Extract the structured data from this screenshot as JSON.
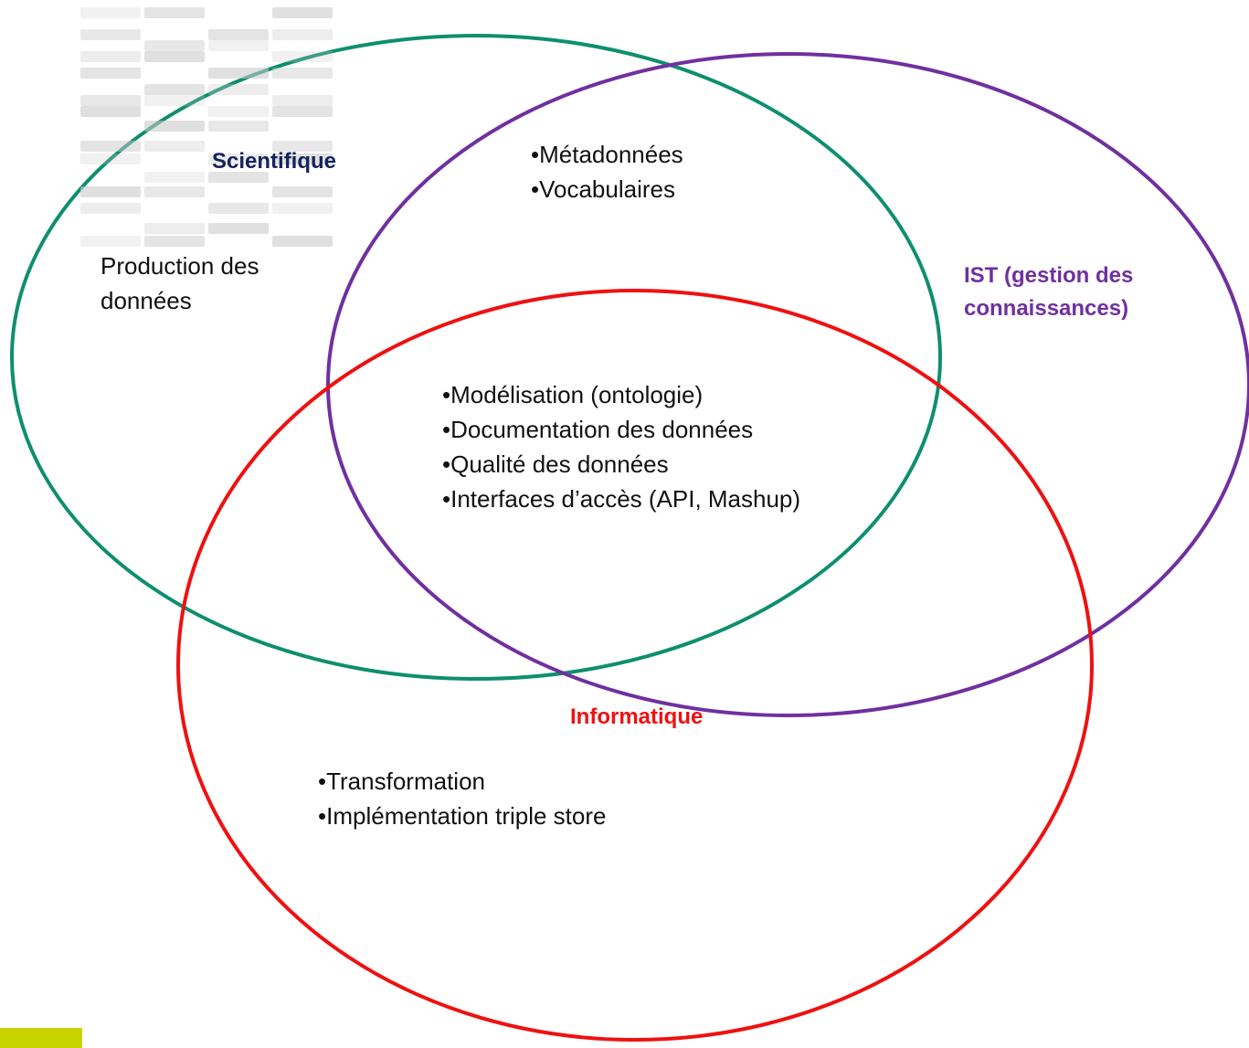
{
  "diagram": {
    "type": "venn",
    "sets": [
      {
        "id": "scientifique",
        "label": "Scientifique",
        "color": "#0e8f6e"
      },
      {
        "id": "ist",
        "label": "IST (gestion des connaissances)",
        "label_lines": [
          "IST (gestion des",
          "connaissances)"
        ],
        "color": "#7030a0"
      },
      {
        "id": "informatique",
        "label": "Informatique",
        "color": "#ee1111"
      }
    ],
    "regions": {
      "scientifique_only": [
        "Production des",
        "données"
      ],
      "scientifique_ist": [
        "Métadonnées",
        "Vocabulaires"
      ],
      "all_three": [
        "Modélisation (ontologie)",
        "Documentation des données",
        "Qualité des données",
        "Interfaces d’accès (API, Mashup)"
      ],
      "informatique_only": [
        "Transformation",
        "Implémentation triple store"
      ]
    },
    "label_colors": {
      "scientifique": "#16235e"
    },
    "accent_color": "#c8d400",
    "decoration_color": "#c8c8c8"
  }
}
